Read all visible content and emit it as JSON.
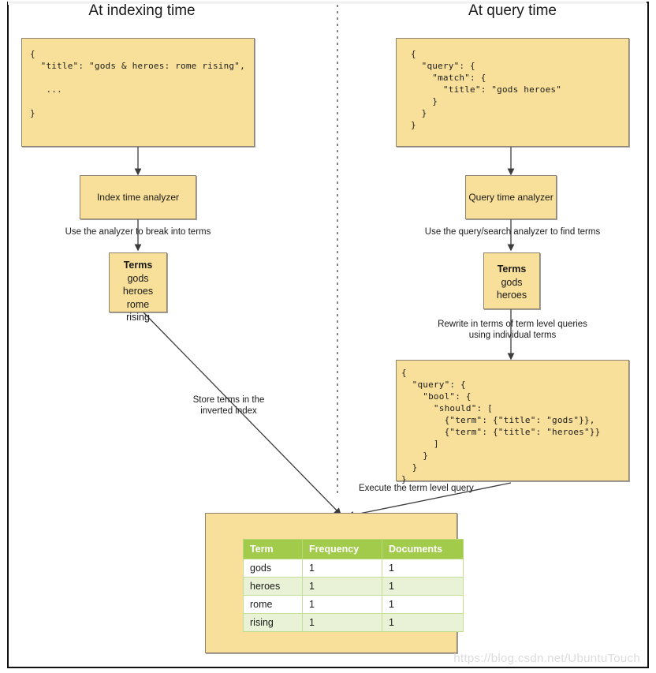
{
  "diagram": {
    "title_left": "At indexing time",
    "title_right": "At query time",
    "watermark": "https://blog.csdn.net/UbuntuTouch"
  },
  "indexing": {
    "document_json": "{\n  \"title\": \"gods & heroes: rome rising\",\n\n   ...\n\n}",
    "analyzer_label": "Index time analyzer",
    "edge_analyzer_to_terms": "Use the analyzer to break into terms",
    "terms_heading": "Terms",
    "terms": [
      "gods",
      "heroes",
      "rome",
      "rising"
    ],
    "edge_terms_to_index": "Store terms in the\ninverted index"
  },
  "query": {
    "match_query_json": "{\n  \"query\": {\n    \"match\": {\n      \"title\": \"gods heroes\"\n    }\n  }\n}",
    "analyzer_label": "Query time analyzer",
    "edge_analyzer_to_terms": "Use the query/search analyzer to find terms",
    "terms_heading": "Terms",
    "terms": [
      "gods",
      "heroes"
    ],
    "edge_terms_to_bool": "Rewrite in terms of term level queries\nusing individual terms",
    "bool_query_json": "{\n  \"query\": {\n    \"bool\": {\n      \"should\": [\n        {\"term\": {\"title\": \"gods\"}},\n        {\"term\": {\"title\": \"heroes\"}}\n      ]\n    }\n  }\n}",
    "edge_bool_to_index": "Execute the term level query"
  },
  "inverted_index": {
    "columns": [
      "Term",
      "Frequency",
      "Documents"
    ],
    "rows": [
      {
        "term": "gods",
        "frequency": "1",
        "documents": "1"
      },
      {
        "term": "heroes",
        "frequency": "1",
        "documents": "1"
      },
      {
        "term": "rome",
        "frequency": "1",
        "documents": "1"
      },
      {
        "term": "rising",
        "frequency": "1",
        "documents": "1"
      }
    ]
  },
  "colors": {
    "box_fill": "#f8e09a",
    "box_border": "#8d8373",
    "table_header": "#a2cb4b",
    "table_alt_row": "#e9f2d7",
    "arrow": "#3c3c3c"
  }
}
